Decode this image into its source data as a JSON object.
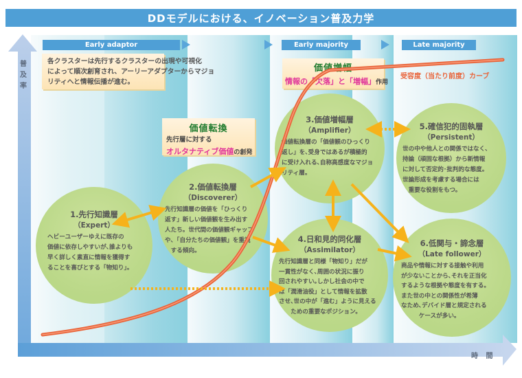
{
  "title": "DDモデルにおける、イノベーション普及力学",
  "axes": {
    "y_label": [
      "普",
      "及",
      "率"
    ],
    "x_label": "時 間"
  },
  "phases": [
    {
      "label": "Early adaptor"
    },
    {
      "label": "Early majority"
    },
    {
      "label": "Late majority"
    }
  ],
  "intro_note": {
    "lines": [
      "各クラスターは先行するクラスターの出現や可視化",
      "によって順次創育され、アーリーアダプターからマジョ",
      "リティへと情報伝播が進む。"
    ]
  },
  "conversion_note": {
    "heading": "価値転換",
    "line1": "先行層に対する",
    "highlight": "オルタナティブ価値",
    "suffix": "の創発"
  },
  "amplification_note": {
    "heading": "価値増幅",
    "pink1": "情報の「欠落」と「増幅」",
    "suffix": "作用"
  },
  "curve_label": "受容度（当たり前度）カーブ",
  "colors": {
    "title_bar": "#4f9fd6",
    "circle": "#bcd98a",
    "arrow": "#f6b21b",
    "curve": "#e9643a",
    "note_heading": "#1e7a2d",
    "highlight": "#e0359a"
  },
  "layers": [
    {
      "title": "1.先行知識層",
      "subtitle": "（Expert）",
      "body": [
        "ヘビーユーザーゆえに既存の",
        "価値に依存しやすいが､誰よりも",
        "早く詳しく素直に情報を獲得す",
        "ることを喜びとする「物知り」。"
      ]
    },
    {
      "title": "2.価値転換層",
      "subtitle": "（Discoverer）",
      "body": [
        "先行知識層の価値を「ひっくり",
        "返す」新しい価値観を生み出す",
        "人たち。世代間の価値観ギャップ",
        "や､「自分たちの価値観」を重視",
        "　する傾向。"
      ]
    },
    {
      "title": "3.価値増幅層",
      "subtitle": "（Amplifier）",
      "body": [
        "価値転換層の「価値観のひっくり",
        "返し」を､受身ではあるが積極的",
        "に受け入れる､自称高感度なマジョ",
        "リティ層。"
      ]
    },
    {
      "title": "4.日和見的同化層",
      "subtitle": "（Assimilator）",
      "body": [
        "先行知識層と同様「物知り」だが",
        "一貫性がなく､周囲の状況に振り",
        "回されやすい｡しかし社会の中で",
        "は「潤滑油役」として情報を拡散",
        "させ､世の中が「進む」ように見える",
        "　　ための重要なポジション。"
      ]
    },
    {
      "title": "5.確信犯的固執層",
      "subtitle": "（Persistent）",
      "body": [
        "世の中や他人との関係ではなく､",
        "持論（頑固な根拠）から新情報",
        "に対して否定的･批判的な態度。",
        "世論形成を考慮する場合には",
        "　重要な役割をもつ。"
      ]
    },
    {
      "title": "6.低関与・諦念層",
      "subtitle": "（Late follower）",
      "body": [
        "商品や情報に対する接触や利用",
        "が少ないことから､それを正当化",
        "するような根拠や態度を有する。",
        "また世の中との関係性が希薄",
        "なため､デバイド層と規定される",
        "　　　ケースが多い。"
      ]
    }
  ]
}
